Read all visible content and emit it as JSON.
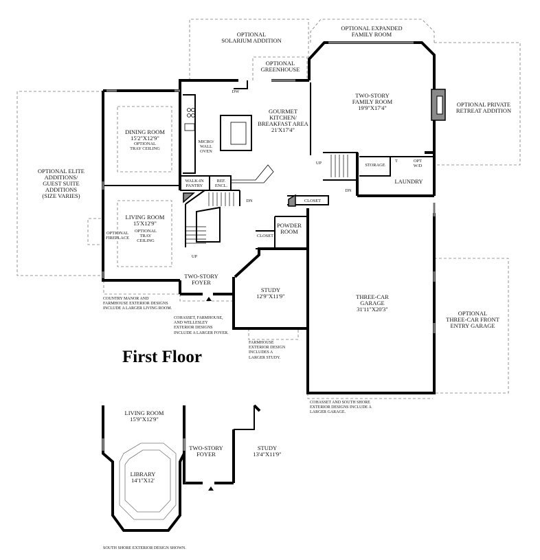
{
  "title": "First Floor",
  "rooms": {
    "solarium": [
      "OPTIONAL",
      "SOLARIUM ADDITION"
    ],
    "expanded_family": [
      "OPTIONAL EXPANDED",
      "FAMILY ROOM"
    ],
    "greenhouse": [
      "OPTIONAL",
      "GREENHOUSE"
    ],
    "family_room": [
      "TWO-STORY",
      "FAMILY ROOM",
      "19'9\"X17'4\""
    ],
    "private_retreat": [
      "OPTIONAL PRIVATE",
      "RETREAT ADDITION"
    ],
    "kitchen": [
      "GOURMET",
      "KITCHEN/",
      "BREAKFAST AREA",
      "21'X17'4\""
    ],
    "dining_room": [
      "DINING ROOM",
      "15'2\"X12'9\""
    ],
    "dining_tray": [
      "OPTIONAL",
      "TRAY CEILING"
    ],
    "micro_oven": [
      "MICRO/",
      "WALL",
      "OVEN"
    ],
    "dw": "DW",
    "elite_additions": [
      "OPTIONAL ELITE",
      "ADDITIONS/",
      "GUEST SUITE",
      "ADDITIONS",
      "(SIZE VARIES)"
    ],
    "walkin_pantry": [
      "WALK-IN",
      "PANTRY"
    ],
    "ref_encl": [
      "REF.",
      "ENCL."
    ],
    "storage": "STORAGE",
    "t": "T",
    "opt_wd": [
      "OPT",
      "W/D"
    ],
    "laundry": "LAUNDRY",
    "up1": "UP",
    "dn1": "DN",
    "dn2": "DN",
    "closet1": "CLOSET",
    "living_room": [
      "LIVING ROOM",
      "15'X12'9\""
    ],
    "living_tray": [
      "OPTIONAL",
      "TRAY",
      "CEILING"
    ],
    "opt_fireplace": [
      "OPTIONAL",
      "FIREPLACE"
    ],
    "powder_room": [
      "POWDER",
      "ROOM"
    ],
    "closet2": "CLOSET",
    "up2": "UP",
    "foyer": [
      "TWO-STORY",
      "FOYER"
    ],
    "study": [
      "STUDY",
      "12'9\"X11'9\""
    ],
    "garage": [
      "THREE-CAR",
      "GARAGE",
      "31'11\"X20'3\""
    ],
    "front_entry_garage": [
      "OPTIONAL",
      "THREE-CAR FRONT",
      "ENTRY GARAGE"
    ],
    "living_room_alt": [
      "LIVING ROOM",
      "15'9\"X12'9\""
    ],
    "foyer_alt": [
      "TWO-STORY",
      "FOYER"
    ],
    "study_alt": [
      "STUDY",
      "13'4\"X11'9\""
    ],
    "library": [
      "LIBRARY",
      "14'1\"X12'"
    ]
  },
  "notes": {
    "country_manor": [
      "COUNTRY MANOR AND",
      "FARMHOUSE EXTERIOR DESIGNS",
      "INCLUDE A LARGER LIVING ROOM."
    ],
    "cohasset_foyer": [
      "COHASSET, FARMHOUSE,",
      "AND WELLESLEY",
      "EXTERIOR DESIGNS",
      "INCLUDE A LARGER FOYER."
    ],
    "farmhouse_study": [
      "FARMHOUSE",
      "EXTERIOR DESIGN",
      "INCLUDES A",
      "LARGER STUDY."
    ],
    "cohasset_garage": [
      "COHASSET AND SOUTH SHORE",
      "EXTERIOR DESIGNS INCLUDE A",
      "LARGER GARAGE."
    ],
    "south_shore": [
      "SOUTH SHORE EXTERIOR DESIGN SHOWN."
    ]
  }
}
